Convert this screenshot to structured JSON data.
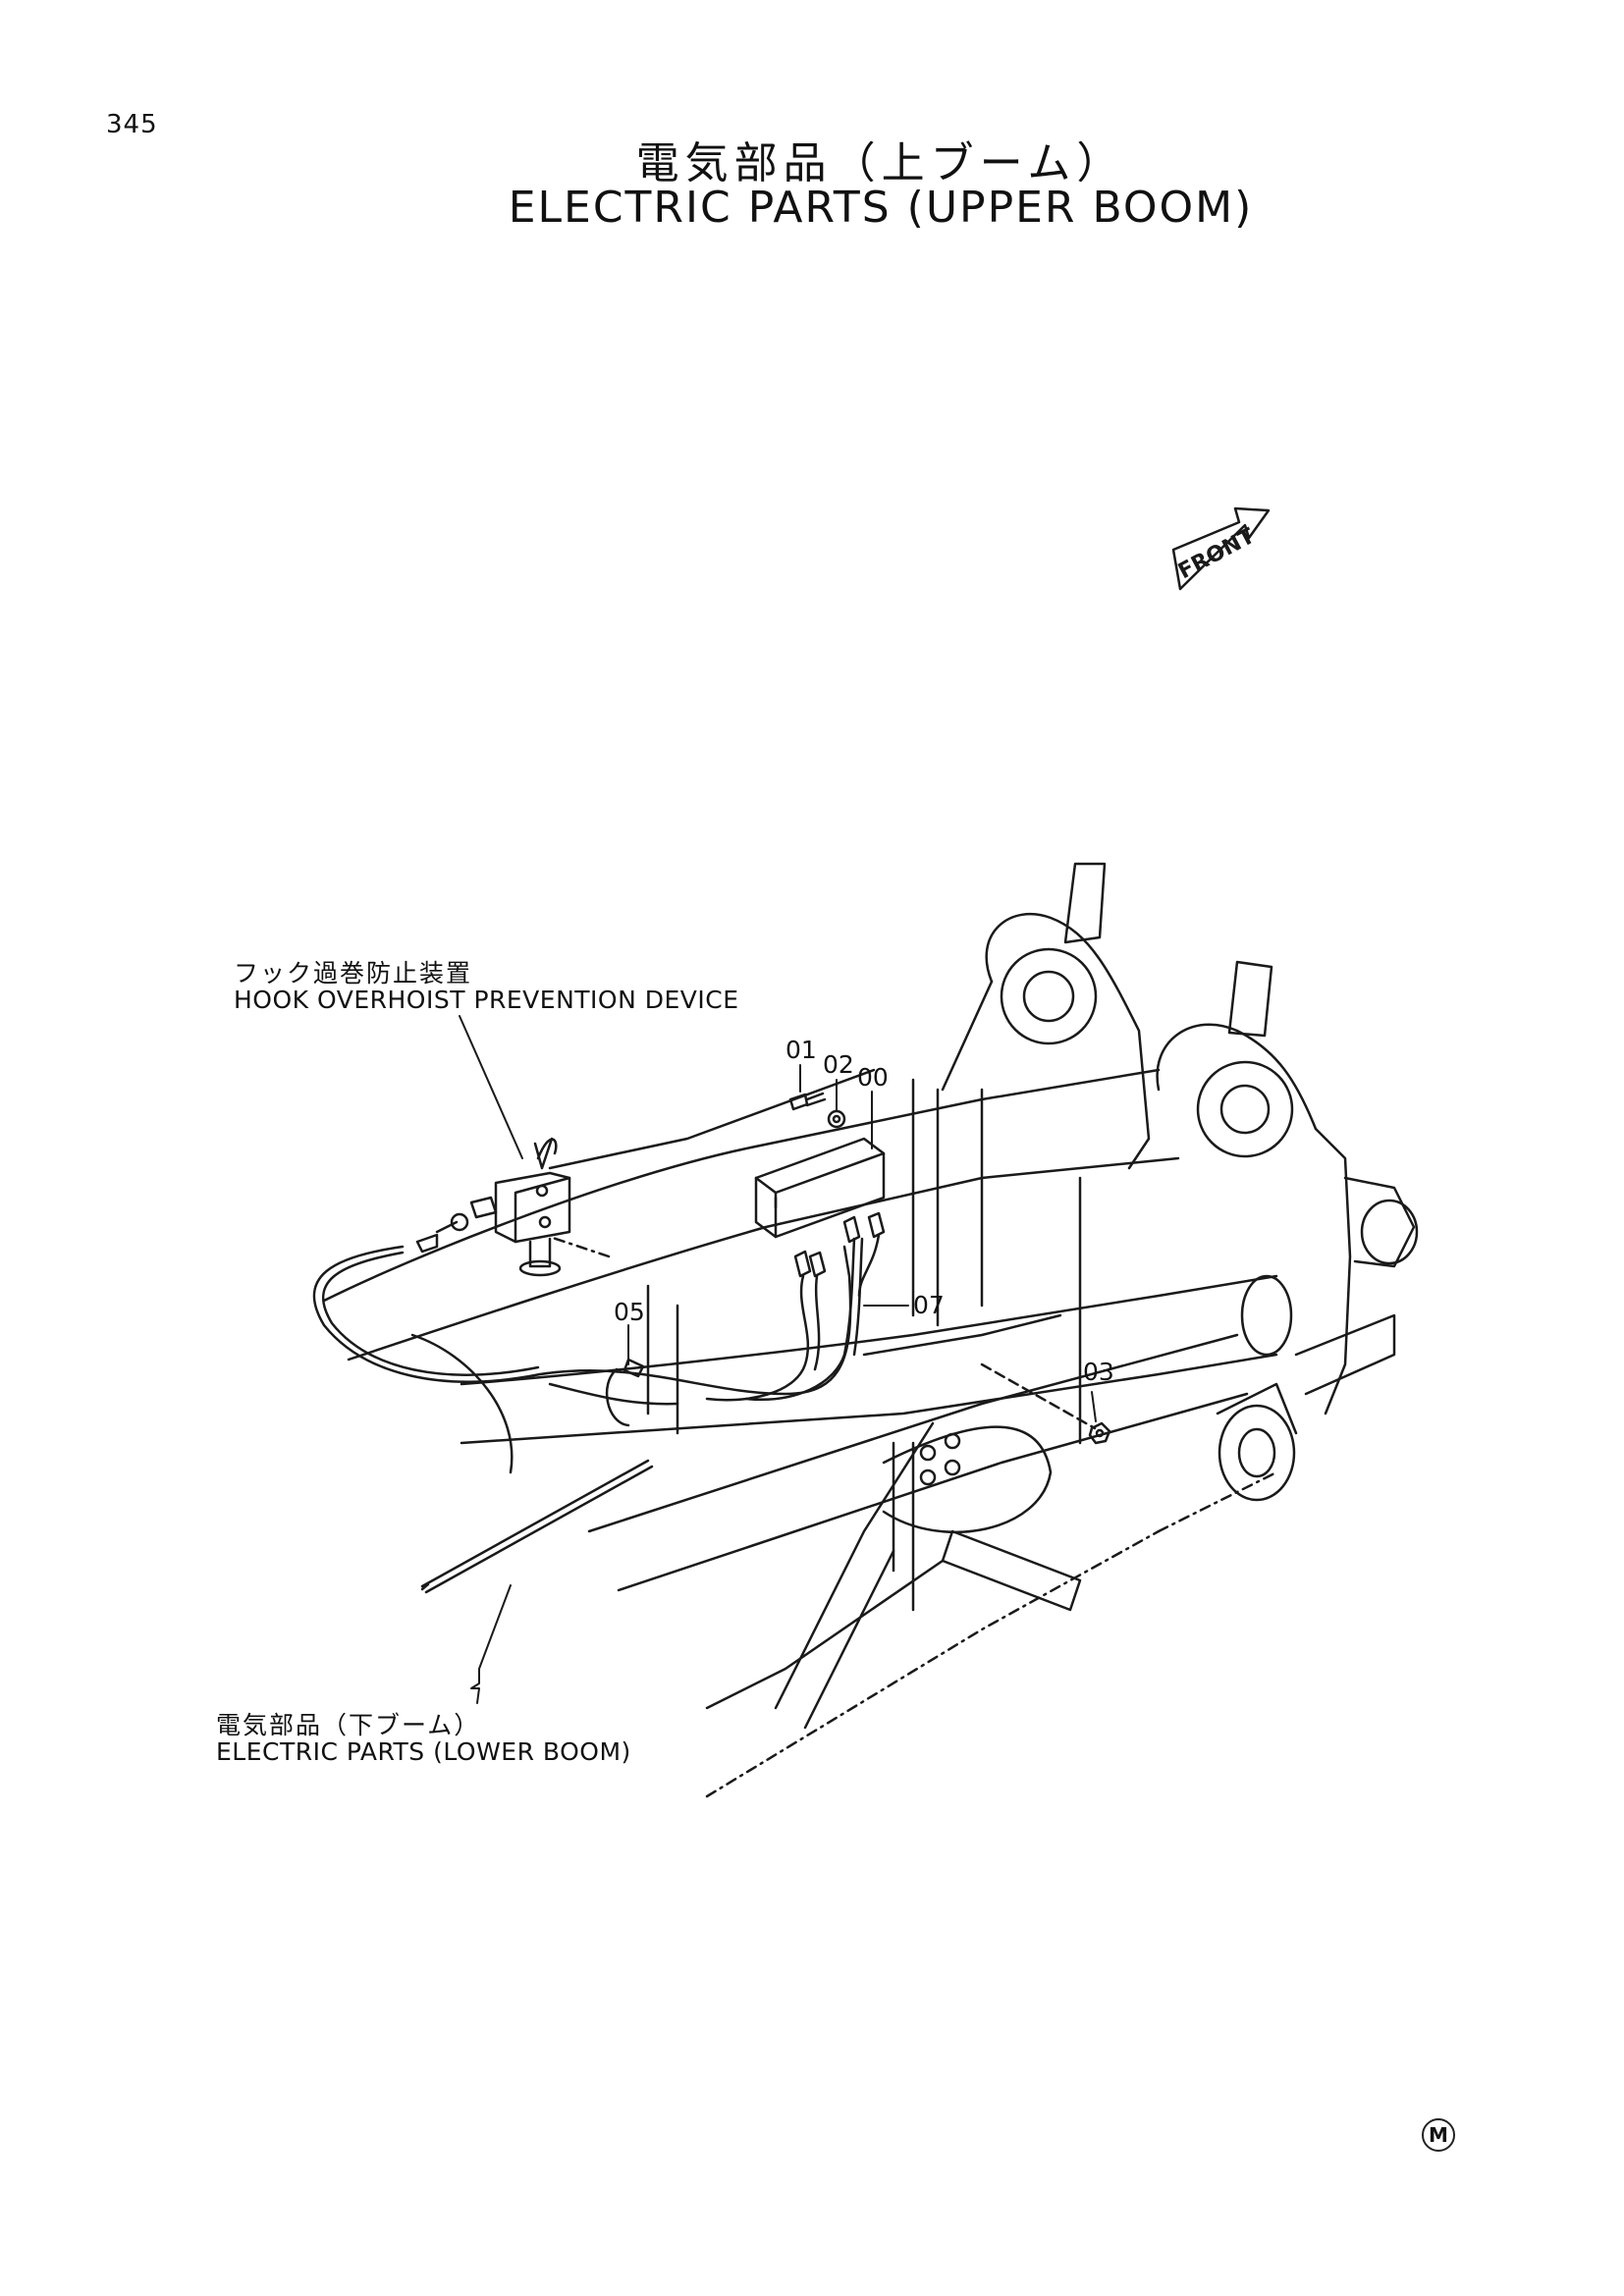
{
  "page": {
    "number": "345",
    "title_jp": "電気部品（上ブーム）",
    "title_en": "ELECTRIC PARTS (UPPER BOOM)"
  },
  "direction_marker": {
    "label": "FRONT",
    "icon": "front-arrow-icon"
  },
  "callouts": {
    "hook_device_jp": "フック過巻防止装置",
    "hook_device_en": "HOOK OVERHOIST PREVENTION DEVICE",
    "lower_boom_jp": "電気部品（下ブーム）",
    "lower_boom_en": "ELECTRIC PARTS (LOWER BOOM)"
  },
  "part_numbers": {
    "p01": "01",
    "p02": "02",
    "p00": "00",
    "p07": "07",
    "p05": "05",
    "p03": "03"
  },
  "footer": {
    "mark": "M"
  },
  "colors": {
    "line": "#1a1a1a",
    "background": "#ffffff"
  }
}
